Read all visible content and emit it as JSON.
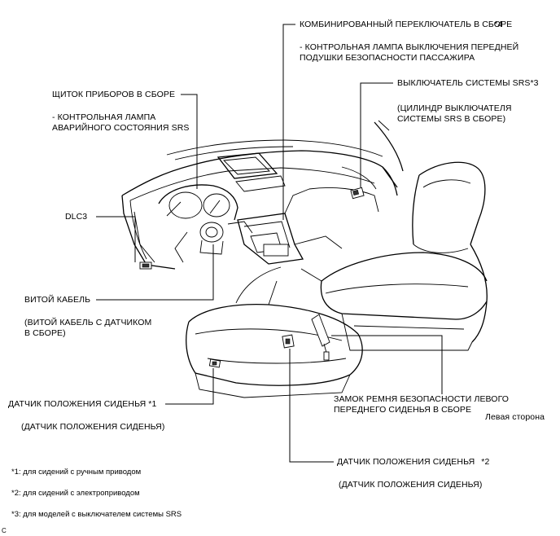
{
  "labels": {
    "combo_switch": "КОМБИНИРОВАННЫЙ ПЕРЕКЛЮЧАТЕЛЬ В СБОРЕ",
    "combo_switch_mark": "*4",
    "combo_switch_sub1": "- КОНТРОЛЬНАЯ ЛАМПА ВЫКЛЮЧЕНИЯ ПЕРЕДНЕЙ",
    "combo_switch_sub2": "ПОДУШКИ БЕЗОПАСНОСТИ ПАССАЖИРА",
    "srs_switch": "ВЫКЛЮЧАТЕЛЬ СИСТЕМЫ SRS",
    "srs_switch_mark": "*3",
    "srs_switch_sub1": "(ЦИЛИНДР ВЫКЛЮЧАТЕЛЯ",
    "srs_switch_sub2": "СИСТЕМЫ SRS В СБОРЕ)",
    "instrument_panel": "ЩИТОК ПРИБОРОВ В СБОРЕ",
    "instrument_sub1": "- КОНТРОЛЬНАЯ ЛАМПА",
    "instrument_sub2": "АВАРИЙНОГО СОСТОЯНИЯ SRS",
    "dlc3": "DLC3",
    "spiral_cable": "ВИТОЙ КАБЕЛЬ",
    "spiral_sub1": "(ВИТОЙ КАБЕЛЬ С ДАТЧИКОМ",
    "spiral_sub2": "В СБОРЕ)",
    "seat_sensor_1": "ДАТЧИК ПОЛОЖЕНИЯ СИДЕНЬЯ *1",
    "seat_sensor_1_sub": "(ДАТЧИК ПОЛОЖЕНИЯ СИДЕНЬЯ)",
    "buckle_1": "ЗАМОК РЕМНЯ БЕЗОПАСНОСТИ ЛЕВОГО",
    "buckle_2": "ПЕРЕДНЕГО СИДЕНЬЯ В СБОРЕ",
    "left_side": "Левая сторона",
    "seat_sensor_2": "ДАТЧИК ПОЛОЖЕНИЯ СИДЕНЬЯ",
    "seat_sensor_2_mark": "*2",
    "seat_sensor_2_sub": "(ДАТЧИК ПОЛОЖЕНИЯ СИДЕНЬЯ)"
  },
  "footnotes": {
    "f1": "*1: для сидений с ручным приводом",
    "f2": "*2: для сидений с электроприводом",
    "f3": "*3: для моделей с выключателем системы SRS"
  },
  "corner_code": "C"
}
